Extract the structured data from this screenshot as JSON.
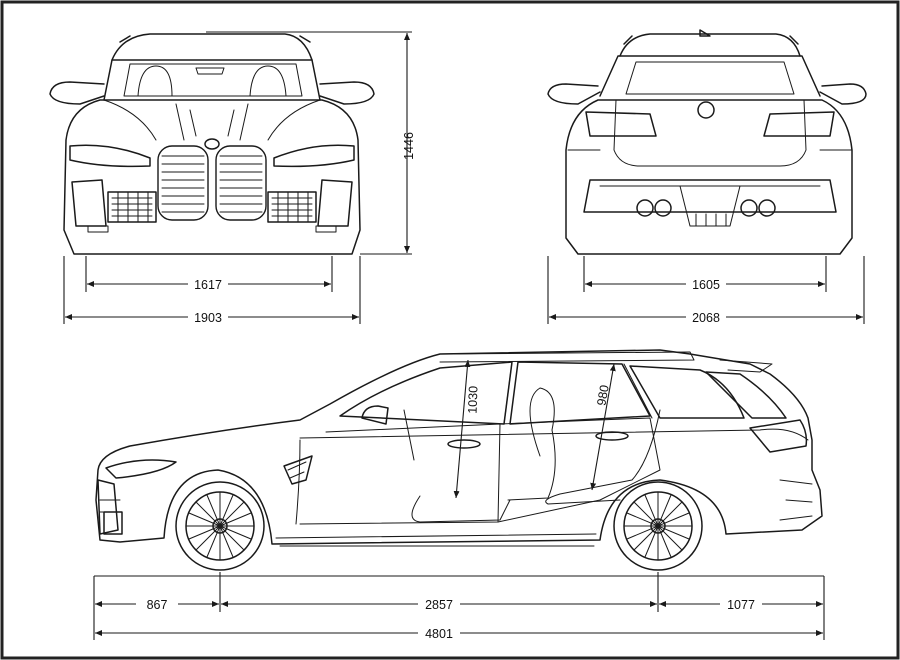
{
  "front_view": {
    "height_label": "1446",
    "track_label": "1617",
    "width_label": "1903"
  },
  "rear_view": {
    "track_label": "1605",
    "width_mirrors_label": "2068"
  },
  "side_view": {
    "front_headroom_label": "1030",
    "rear_headroom_label": "980",
    "front_overhang_label": "867",
    "wheelbase_label": "2857",
    "rear_overhang_label": "1077",
    "length_label": "4801"
  }
}
